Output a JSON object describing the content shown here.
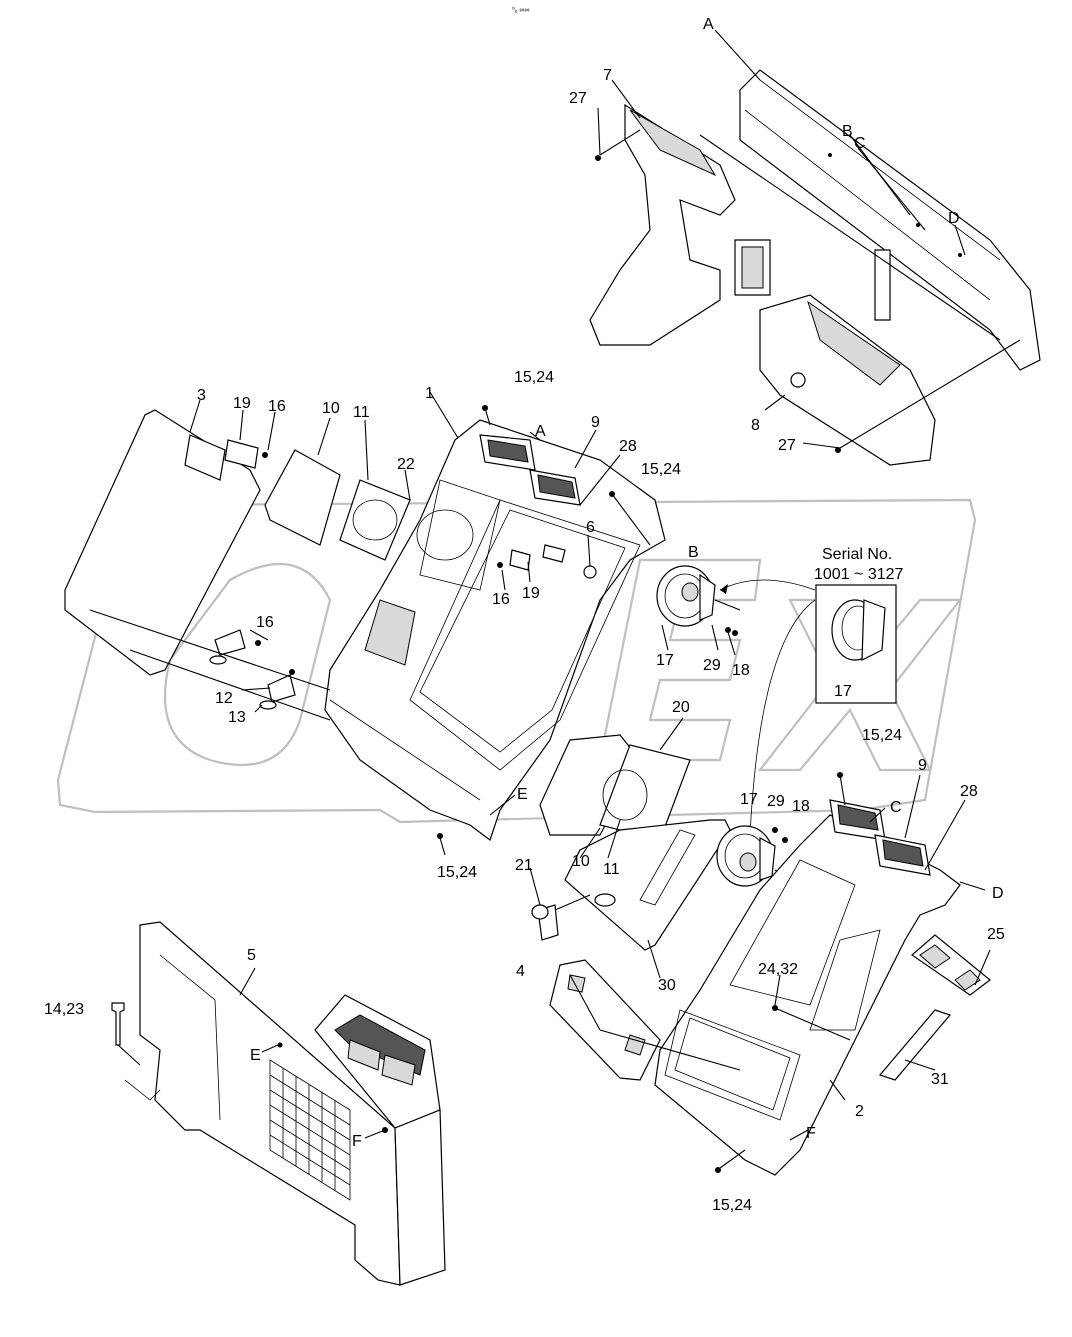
{
  "header": {
    "tiny_mark": "⁰ₒ ∞∞"
  },
  "watermark": {
    "text": "OPEX",
    "color": "#bfbfbf"
  },
  "serial_box": {
    "title": "Serial No.",
    "range": "1001 ~ 3127",
    "part": "17"
  },
  "callouts": {
    "A_top": "A",
    "B_top": "B",
    "C_top": "C",
    "D_top": "D",
    "A_mid": "A",
    "B_mid": "B",
    "C_mid": "C",
    "D_mid": "D",
    "E_mid": "E",
    "E_low": "E",
    "F_low": "F",
    "F_right": "F",
    "p1": "1",
    "p2": "2",
    "p3": "3",
    "p4": "4",
    "p5": "5",
    "p6": "6",
    "p7": "7",
    "p8": "8",
    "p9a": "9",
    "p9b": "9",
    "p10a": "10",
    "p10b": "10",
    "p11a": "11",
    "p11b": "11",
    "p12": "12",
    "p13": "13",
    "p14_23": "14,23",
    "p15_24a": "15,24",
    "p15_24b": "15,24",
    "p15_24c": "15,24",
    "p15_24d": "15,24",
    "p15_24e": "15,24",
    "p16a": "16",
    "p16b": "16",
    "p16c": "16",
    "p17a": "17",
    "p17b": "17",
    "p18a": "18",
    "p18b": "18",
    "p19a": "19",
    "p19b": "19",
    "p20": "20",
    "p21": "21",
    "p22": "22",
    "p24_32": "24,32",
    "p25": "25",
    "p27a": "27",
    "p27b": "27",
    "p28a": "28",
    "p28b": "28",
    "p29a": "29",
    "p29b": "29",
    "p30": "30",
    "p31": "31"
  }
}
